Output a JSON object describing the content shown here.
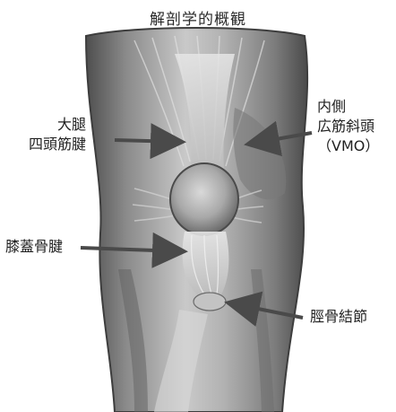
{
  "title": "解剖学的概観",
  "labels": {
    "quadriceps_tendon": [
      "大腿",
      "四頭筋腱"
    ],
    "vmo": [
      "内側",
      "広筋斜頭",
      "（VMO）"
    ],
    "patellar_tendon": [
      "膝蓋骨腱"
    ],
    "tibial_tuberosity": [
      "脛骨結節"
    ]
  },
  "colors": {
    "background": "#ffffff",
    "knee_dark": "#5f5f5f",
    "knee_mid": "#9a9a9a",
    "knee_light": "#d6d6d6",
    "arrow": "#4a4a4a",
    "text": "#1f1f1f"
  }
}
